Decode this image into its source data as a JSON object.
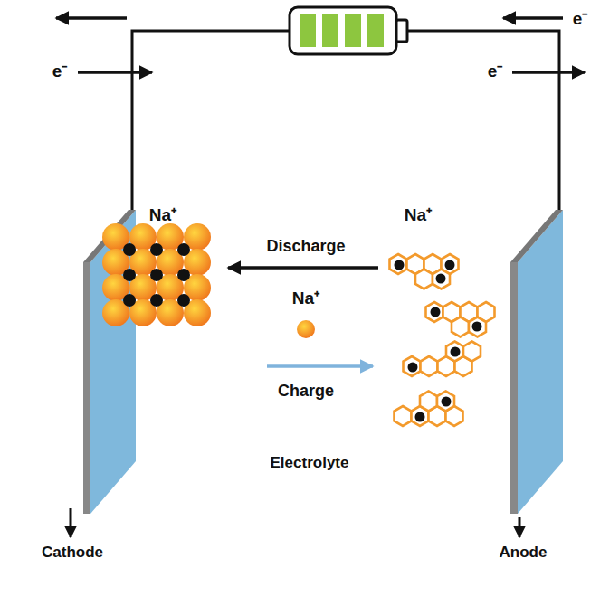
{
  "diagram": {
    "labels": [
      "e⁻",
      "e⁻",
      "e⁻",
      "Na⁺",
      "Discharge",
      "Na⁺",
      "Charge",
      "Na⁺",
      "Electrolyte",
      "Cathode",
      "Anode"
    ]
  }
}
